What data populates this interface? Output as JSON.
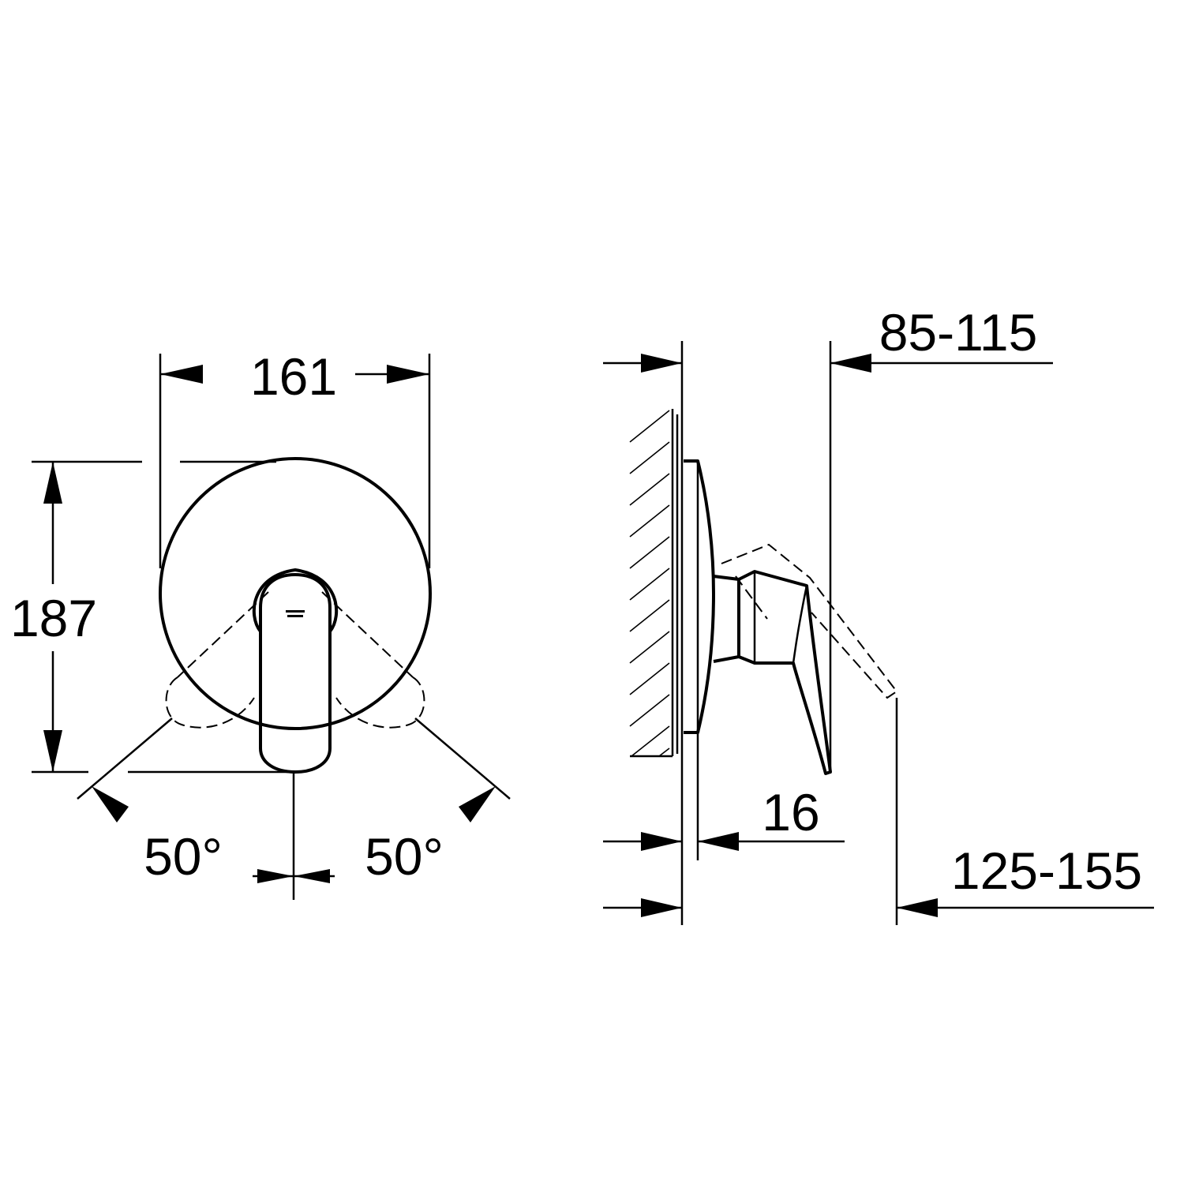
{
  "front_view": {
    "width_label": "161",
    "height_label": "187",
    "angle_left_label": "50°",
    "angle_right_label": "50°"
  },
  "side_view": {
    "lever_depth_label": "85-115",
    "plate_depth_label": "16",
    "overall_depth_label": "125-155"
  },
  "colors": {
    "line": "#000000",
    "background": "#ffffff"
  }
}
